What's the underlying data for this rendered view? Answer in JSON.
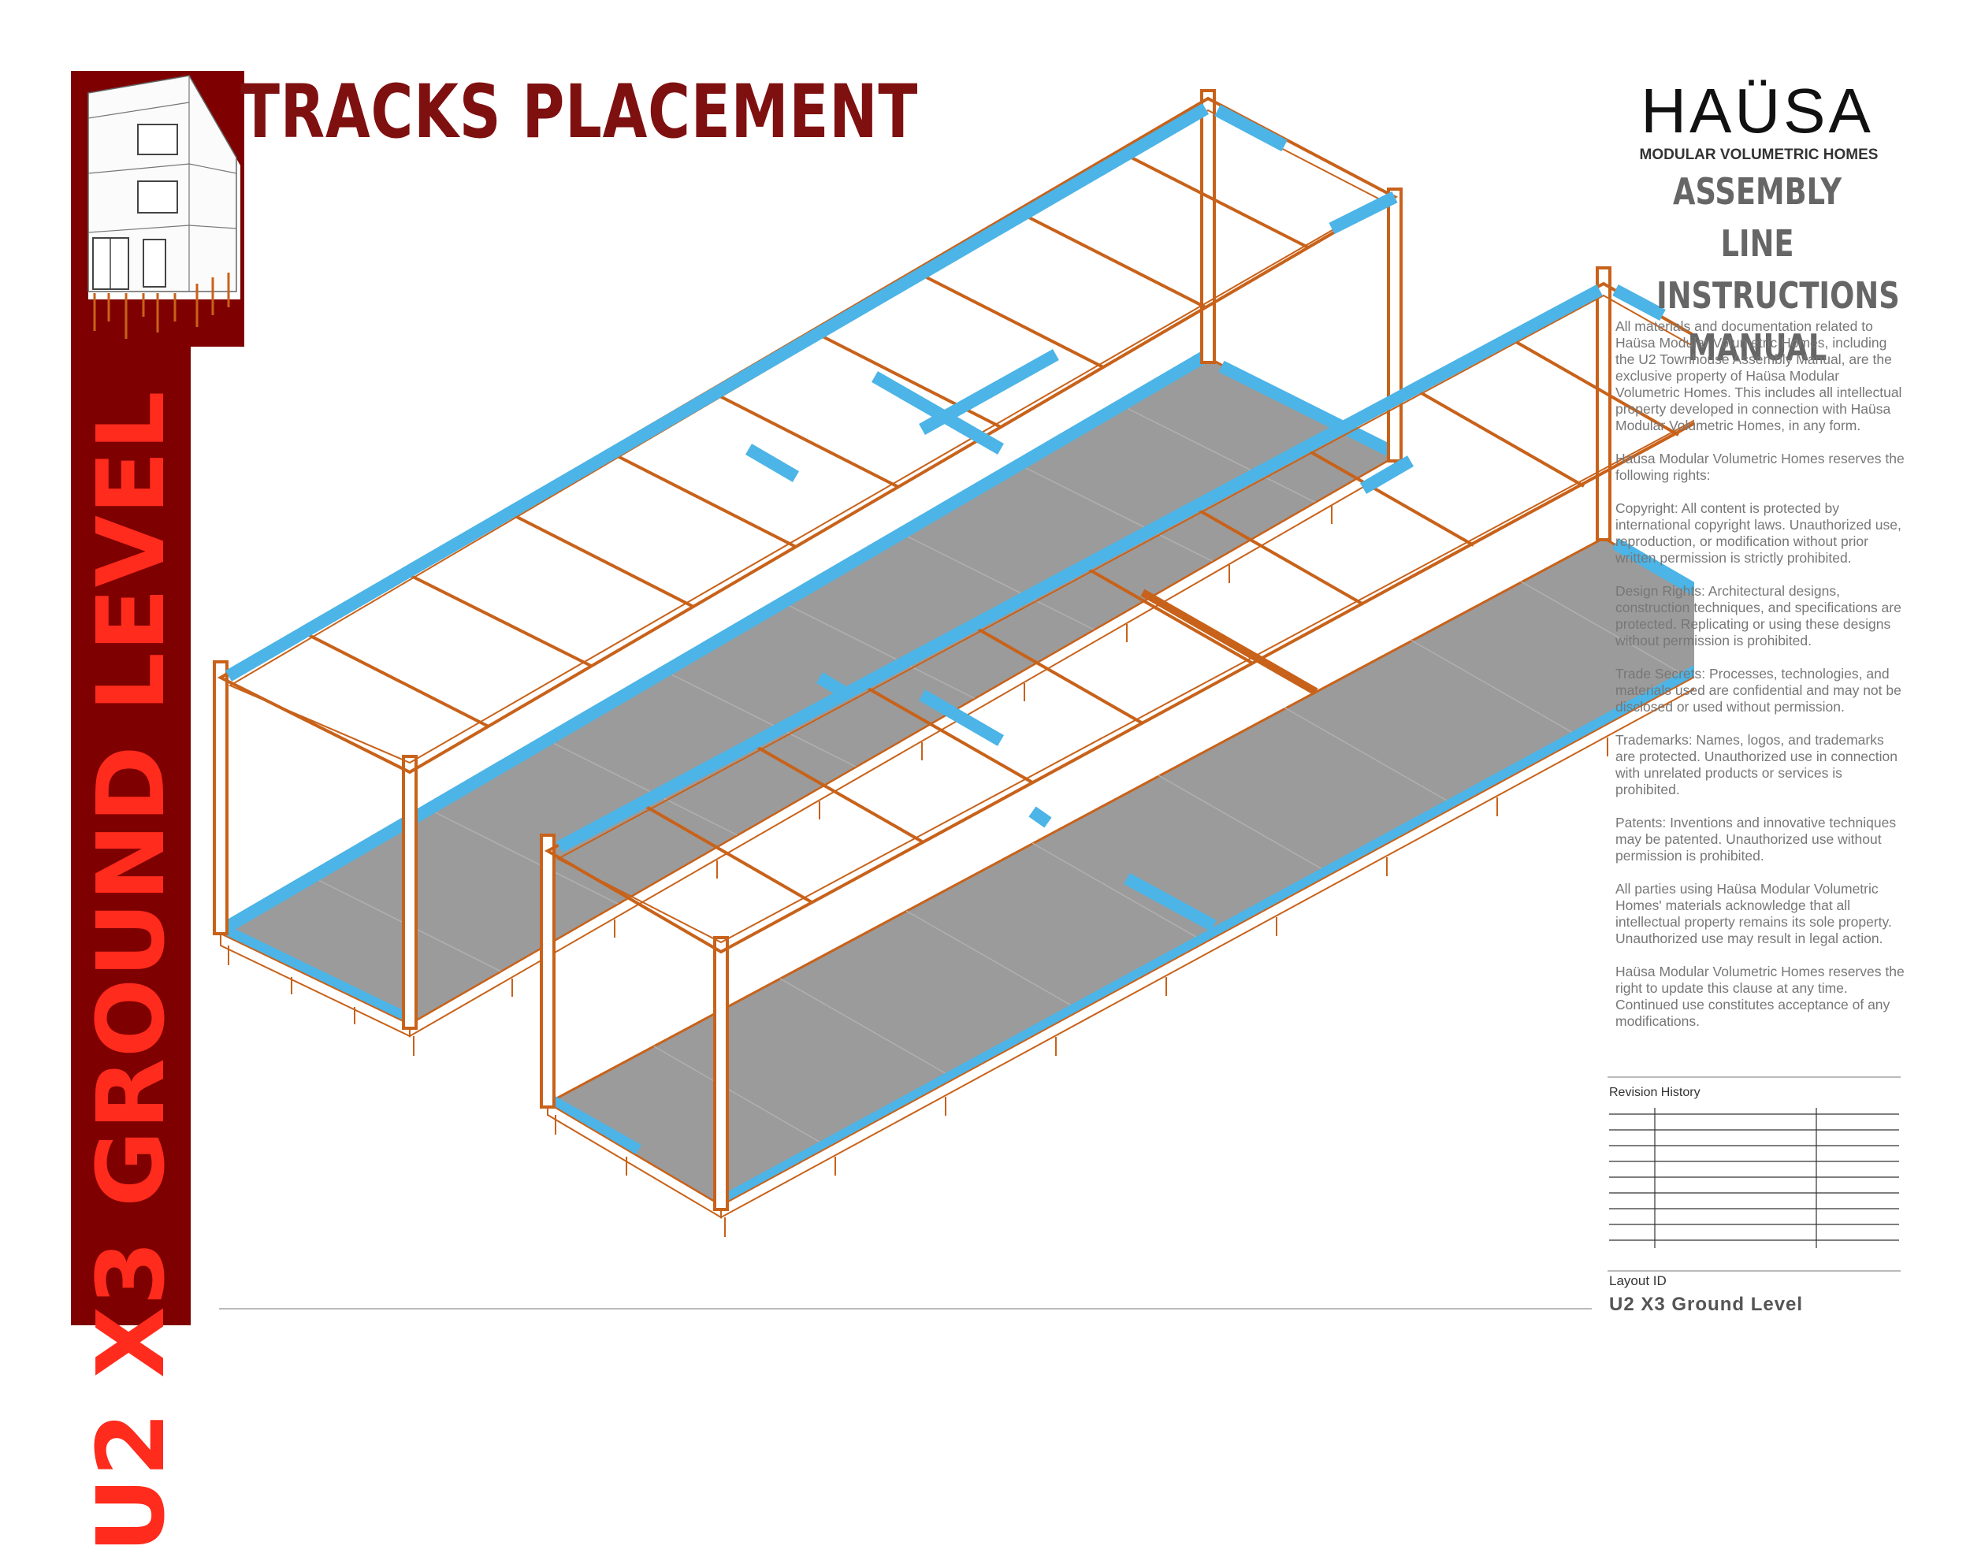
{
  "side_band": {
    "text": "U2 X3 GROUND LEVEL",
    "color": "#7f0000",
    "text_color": "#ff2b1c"
  },
  "title": "TRACKS PLACEMENT",
  "logo": {
    "brand": "HAÜSA",
    "tagline": "MODULAR VOLUMETRIC HOMES"
  },
  "manual_title": [
    "ASSEMBLY LINE",
    "INSTRUCTIONS",
    "MANUAL"
  ],
  "legal": [
    "All materials and documentation related to Haüsa Modular Volumetric Homes, including the U2 Townhouse Assembly Manual, are the exclusive property of Haüsa Modular Volumetric Homes. This includes all intellectual property developed in connection with Haüsa Modular Volumetric Homes, in any form.",
    "Haüsa Modular Volumetric Homes reserves the following rights:",
    "Copyright: All content is protected by international copyright laws. Unauthorized use, reproduction, or modification without prior written permission is strictly prohibited.",
    "Design Rights: Architectural designs, construction techniques, and specifications are protected. Replicating or using these designs without permission is prohibited.",
    "Trade Secrets: Processes, technologies, and materials used are confidential and may not be disclosed or used without permission.",
    "Trademarks: Names, logos, and trademarks are protected. Unauthorized use in connection with unrelated products or services is prohibited.",
    "Patents: Inventions and innovative techniques may be patented. Unauthorized use without permission is prohibited.",
    "All parties using Haüsa Modular Volumetric Homes' materials acknowledge that all intellectual property remains its sole property. Unauthorized use may result in legal action.",
    "Haüsa Modular Volumetric Homes reserves the right to update this clause at any time. Continued use constitutes acceptance of any modifications."
  ],
  "revision": {
    "label": "Revision History"
  },
  "layout": {
    "label": "Layout ID",
    "value": "U2 X3 Ground Level"
  },
  "colors": {
    "frame": "#c8621a",
    "track": "#4cb4e6",
    "floor": "#9b9b9b"
  }
}
